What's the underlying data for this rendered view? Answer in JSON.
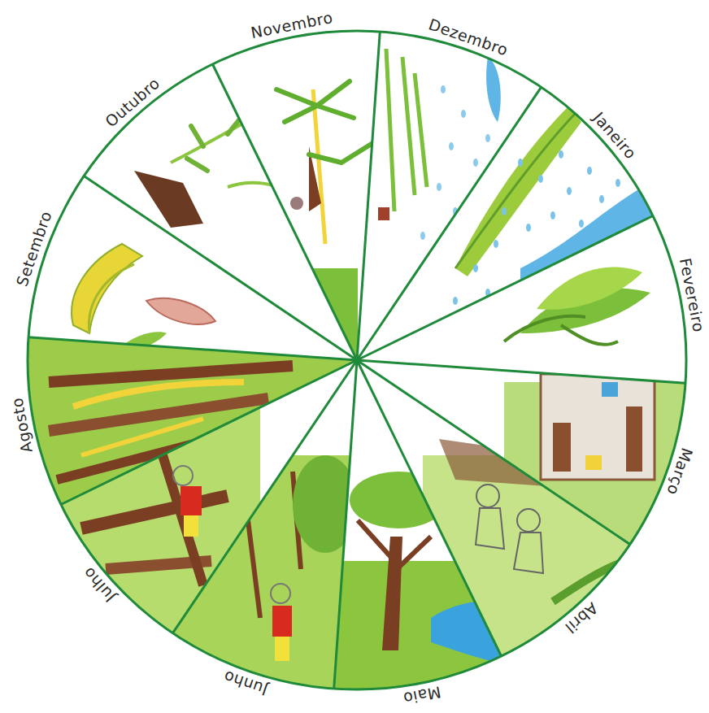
{
  "diagram": {
    "labels": [
      "Janeiro",
      "Fevereiro",
      "Março",
      "Abril",
      "Maio",
      "Junho",
      "Julho",
      "Agosto",
      "Setembro",
      "Outubro",
      "Novembro",
      "Dezembro"
    ]
  }
}
